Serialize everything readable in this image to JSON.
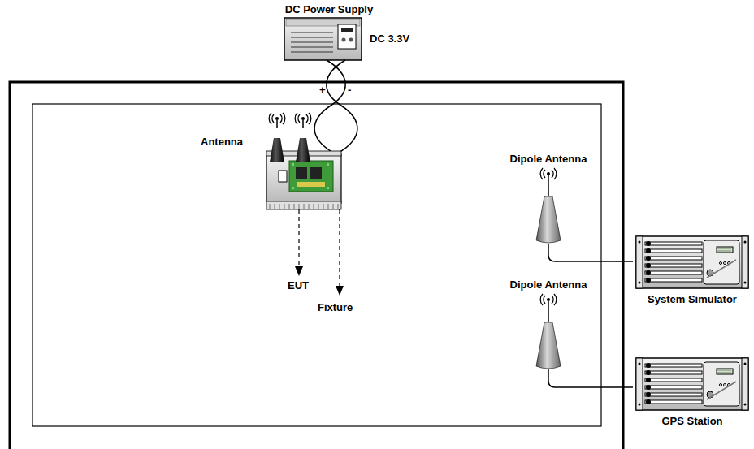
{
  "diagram": {
    "nodes": [
      {
        "text": [
          "DC Power Supply",
          "DC 3.3V"
        ]
      },
      {
        "text": [
          "Dipole Antenna"
        ]
      },
      {
        "text": [
          "Dipole Antenna"
        ]
      },
      {
        "text": [
          "System Simulator"
        ]
      },
      {
        "text": [
          "GPS Station"
        ]
      }
    ],
    "edges": [
      {
        "from": 1,
        "to": 3,
        "arrow": "none"
      },
      {
        "from": 2,
        "to": 4,
        "arrow": "none"
      }
    ],
    "labels": [
      "Antenna",
      "+",
      "-",
      "EUT",
      "Fixture"
    ]
  }
}
